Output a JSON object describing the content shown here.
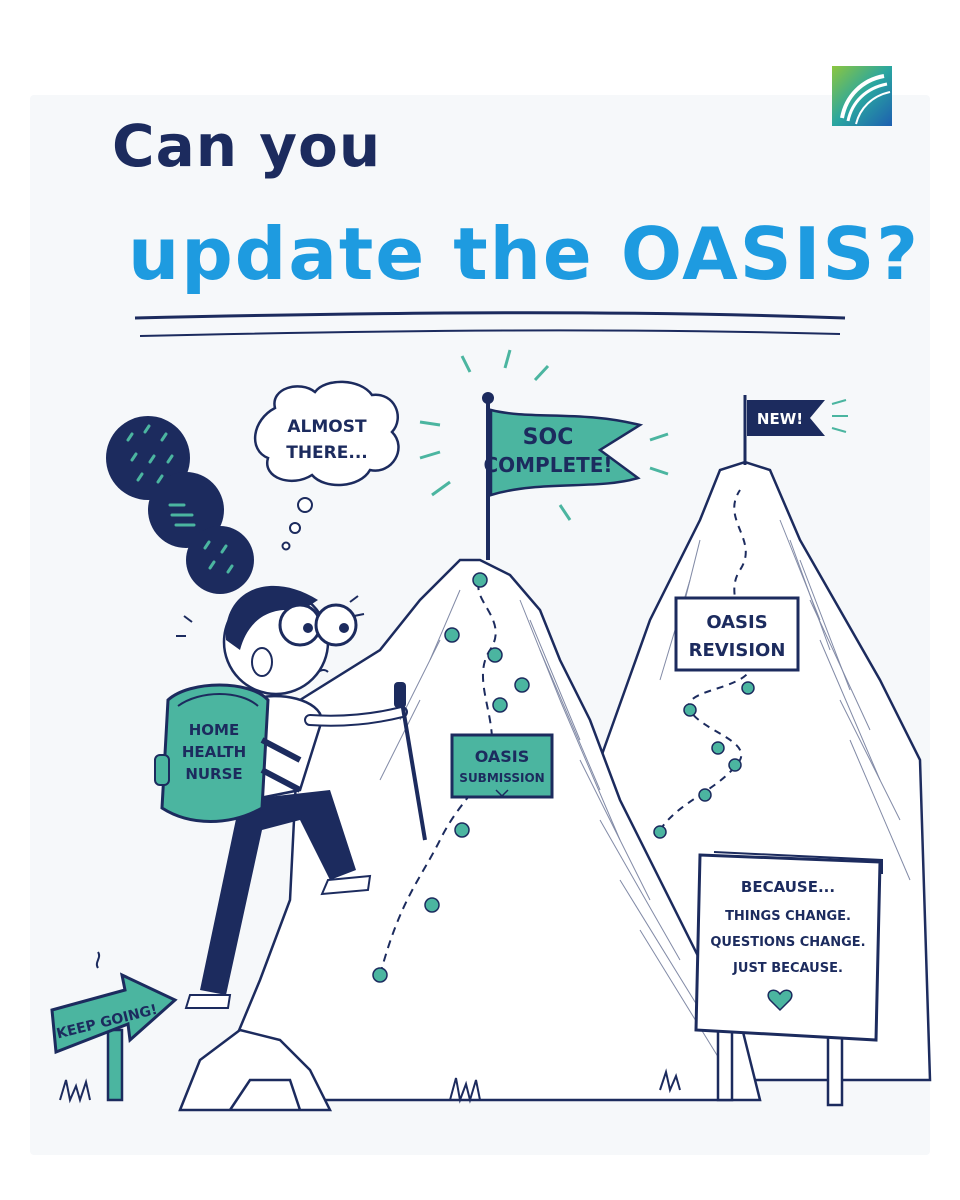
{
  "title": {
    "line1": "Can you",
    "line2": "update the OASIS?"
  },
  "thought_bubble": {
    "line1": "ALMOST",
    "line2": "THERE..."
  },
  "summit_flag": {
    "line1": "SOC",
    "line2": "COMPLETE!"
  },
  "new_flag": {
    "text": "NEW!"
  },
  "signs": {
    "oasis_revision": {
      "line1": "OASIS",
      "line2": "REVISION"
    },
    "oasis_submission": {
      "line1": "OASIS",
      "line2": "SUBMISSION"
    },
    "keep_going": "KEEP GOING!",
    "because": {
      "line1": "BECAUSE...",
      "line2": "THINGS CHANGE.",
      "line3": "QUESTIONS CHANGE.",
      "line4": "JUST BECAUSE."
    }
  },
  "backpack": {
    "line1": "HOME",
    "line2": "HEALTH",
    "line3": "NURSE"
  },
  "colors": {
    "navy": "#1c2b5e",
    "teal": "#4bb5a0",
    "sky_blue": "#1e9be0"
  },
  "icons": [
    "brand-logo-icon",
    "flag-icon",
    "heart-icon",
    "arrow-sign-icon",
    "hiking-pole-icon"
  ]
}
